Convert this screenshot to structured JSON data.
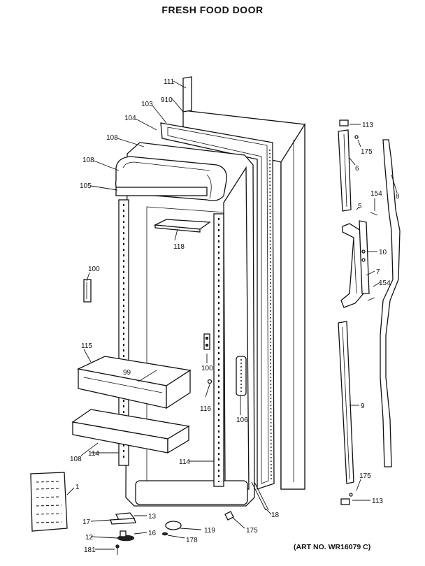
{
  "title": "FRESH FOOD DOOR",
  "art_number": "(ART NO. WR16079 C)",
  "callouts": [
    {
      "id": "c111",
      "text": "111"
    },
    {
      "id": "c910",
      "text": "910"
    },
    {
      "id": "c103",
      "text": "103"
    },
    {
      "id": "c104",
      "text": "104"
    },
    {
      "id": "c108a",
      "text": "108"
    },
    {
      "id": "c108b",
      "text": "108"
    },
    {
      "id": "c105",
      "text": "105"
    },
    {
      "id": "c118",
      "text": "118"
    },
    {
      "id": "c100a",
      "text": "100"
    },
    {
      "id": "c115",
      "text": "115"
    },
    {
      "id": "c99",
      "text": "99"
    },
    {
      "id": "c100b",
      "text": "100"
    },
    {
      "id": "c116",
      "text": "116"
    },
    {
      "id": "c106",
      "text": "106"
    },
    {
      "id": "c108c",
      "text": "108"
    },
    {
      "id": "c114a",
      "text": "114"
    },
    {
      "id": "c114b",
      "text": "114"
    },
    {
      "id": "c1",
      "text": "1"
    },
    {
      "id": "c17",
      "text": "17"
    },
    {
      "id": "c13",
      "text": "13"
    },
    {
      "id": "c12",
      "text": "12"
    },
    {
      "id": "c16",
      "text": "16"
    },
    {
      "id": "c181",
      "text": "181"
    },
    {
      "id": "c119",
      "text": "119"
    },
    {
      "id": "c178",
      "text": "178"
    },
    {
      "id": "c175a",
      "text": "175"
    },
    {
      "id": "c18",
      "text": "18"
    },
    {
      "id": "c113a",
      "text": "113"
    },
    {
      "id": "c175b",
      "text": "175"
    },
    {
      "id": "c6a",
      "text": "6"
    },
    {
      "id": "c8",
      "text": "8"
    },
    {
      "id": "c154a",
      "text": "154"
    },
    {
      "id": "c5",
      "text": "5"
    },
    {
      "id": "c10",
      "text": "10"
    },
    {
      "id": "c7",
      "text": "7"
    },
    {
      "id": "c154b",
      "text": "154"
    },
    {
      "id": "c9",
      "text": "9"
    },
    {
      "id": "c175c",
      "text": "175"
    },
    {
      "id": "c113b",
      "text": "113"
    }
  ]
}
